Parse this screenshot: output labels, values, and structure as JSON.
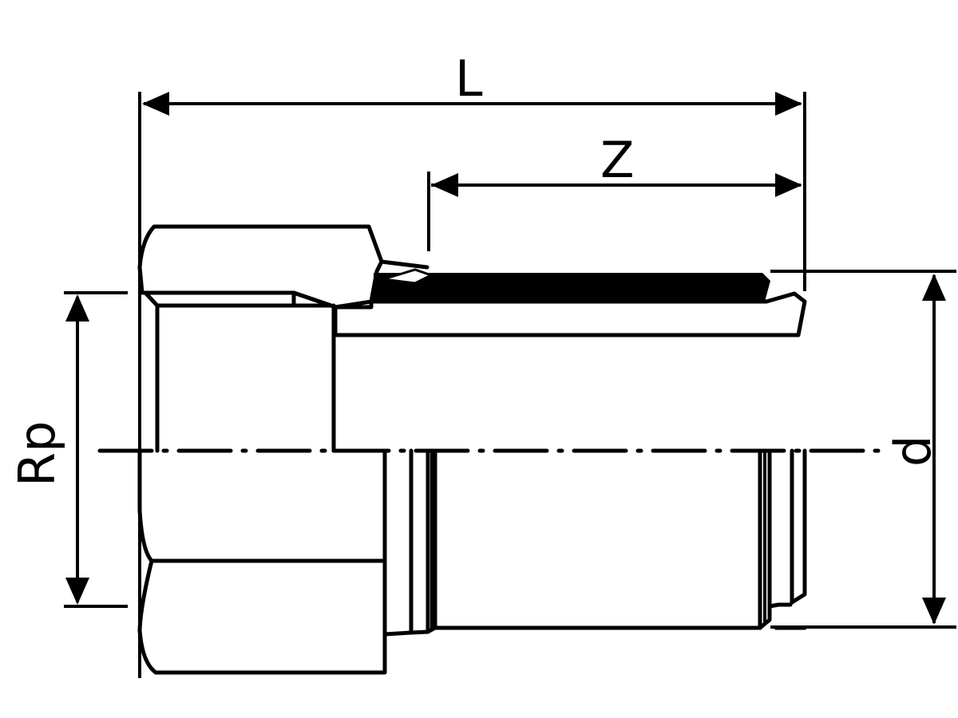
{
  "drawing": {
    "dimensions": {
      "overall_length": "L",
      "insertion_depth": "Z",
      "pipe_diameter": "d",
      "thread_size": "Rp"
    },
    "colors": {
      "line": "#000000",
      "background": "#ffffff"
    }
  }
}
